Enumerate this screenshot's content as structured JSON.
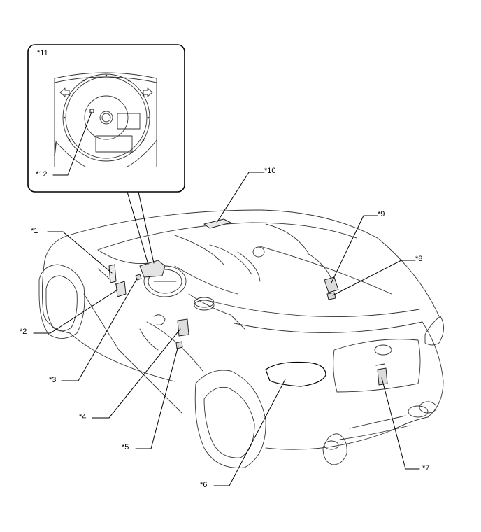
{
  "callouts": {
    "c1": "*1",
    "c2": "*2",
    "c3": "*3",
    "c4": "*4",
    "c5": "*5",
    "c6": "*6",
    "c7": "*7",
    "c8": "*8",
    "c9": "*9",
    "c10": "*10",
    "c11": "*11",
    "c12": "*12"
  }
}
